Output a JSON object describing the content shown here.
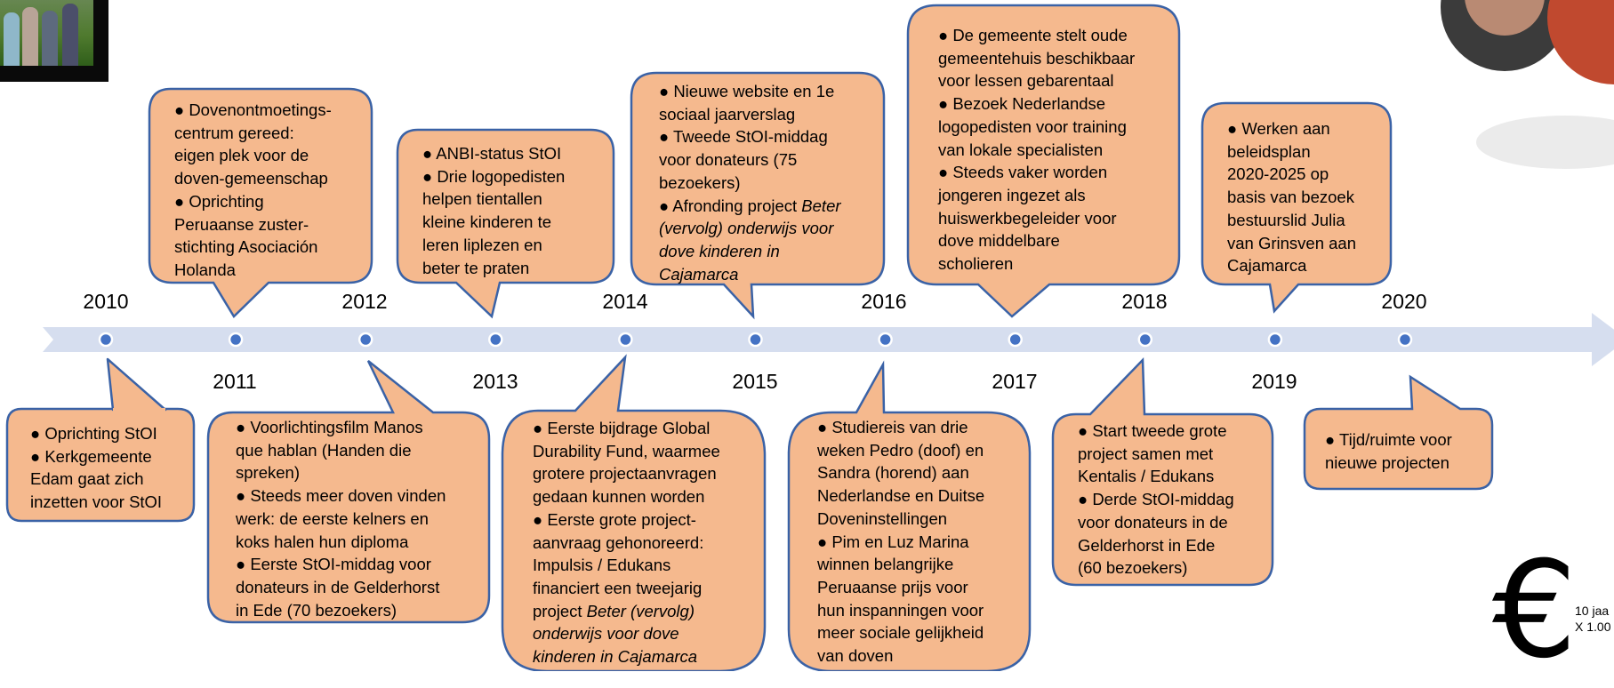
{
  "timeline": {
    "years_top": [
      "2010",
      "2012",
      "2014",
      "2016",
      "2018",
      "2020"
    ],
    "years_bottom": [
      "2011",
      "2013",
      "2015",
      "2017",
      "2019"
    ]
  },
  "events": {
    "e2010": {
      "lines": [
        "● Oprichting StOI",
        "● Kerkgemeente",
        "Edam gaat zich",
        "inzetten voor StOI"
      ]
    },
    "e2011": {
      "lines": [
        "● Dovenontmoetings-",
        "centrum gereed:",
        "eigen plek voor de",
        "doven-gemeenschap",
        "● Oprichting",
        "Peruaanse zuster-",
        "stichting Asociación",
        "Holanda"
      ]
    },
    "e2012": {
      "lines": [
        "● Voorlichtingsfilm Manos",
        "que hablan (Handen die",
        "spreken)",
        "● Steeds meer doven vinden",
        "werk: de eerste kelners en",
        "koks halen hun diploma",
        "● Eerste StOI-middag voor",
        "donateurs in de Gelderhorst",
        "in Ede (70 bezoekers)"
      ]
    },
    "e2013": {
      "lines": [
        "● ANBI-status StOI",
        "● Drie logopedisten",
        "helpen tientallen",
        "kleine kinderen te",
        "leren liplezen en",
        "beter te praten"
      ]
    },
    "e2014": {
      "lines": [
        "● Eerste bijdrage Global",
        "Durability Fund, waarmee",
        "grotere projectaanvragen",
        "gedaan kunnen worden",
        "● Eerste grote project-",
        "aanvraag gehonoreerd:",
        "Impulsis / Edukans",
        "financiert een tweejarig",
        "project",
        "Beter (vervolg)",
        "onderwijs voor dove",
        "kinderen in Cajamarca"
      ]
    },
    "e2015": {
      "lines": [
        "● Nieuwe website en 1e",
        "sociaal jaarverslag",
        "● Tweede StOI-middag",
        "voor donateurs (75",
        "bezoekers)",
        "● Afronding project",
        "Beter",
        "(vervolg) onderwijs voor",
        "dove kinderen in",
        "Cajamarca"
      ]
    },
    "e2016": {
      "lines": [
        "● Studiereis van drie",
        "weken Pedro (doof) en",
        "Sandra (horend) aan",
        "Nederlandse en Duitse",
        "Doveninstellingen",
        "● Pim en Luz Marina",
        "winnen belangrijke",
        "Peruaanse prijs voor",
        "hun inspanningen voor",
        "meer sociale gelijkheid",
        "van doven"
      ]
    },
    "e2017": {
      "lines": [
        "● De gemeente stelt oude",
        "gemeentehuis beschikbaar",
        "voor lessen gebarentaal",
        "● Bezoek Nederlandse",
        "logopedisten voor training",
        "van lokale specialisten",
        "● Steeds vaker worden",
        "jongeren ingezet als",
        "huiswerkbegeleider voor",
        "dove middelbare",
        "scholieren"
      ]
    },
    "e2018": {
      "lines": [
        "● Start tweede grote",
        "project samen met",
        "Kentalis / Edukans",
        "● Derde StOI-middag",
        "voor donateurs in de",
        "Gelderhorst in Ede",
        "(60 bezoekers)"
      ]
    },
    "e2019": {
      "lines": [
        "● Werken aan",
        "beleidsplan",
        "2020-2025 op",
        "basis van bezoek",
        "bestuurslid Julia",
        "van Grinsven aan",
        "Cajamarca"
      ]
    },
    "e2020": {
      "lines": [
        "● Tijd/ruimte voor",
        "nieuwe projecten"
      ]
    }
  },
  "euro": {
    "symbol": "€",
    "line1": "10 jaa",
    "line2": "X 1.00"
  },
  "colors": {
    "bubble_fill": "#f5b98e",
    "bubble_stroke": "#3a62a6",
    "arrow_fill": "#d6deef",
    "dot_fill": "#4472c4",
    "dot_stroke": "#ffffff"
  }
}
